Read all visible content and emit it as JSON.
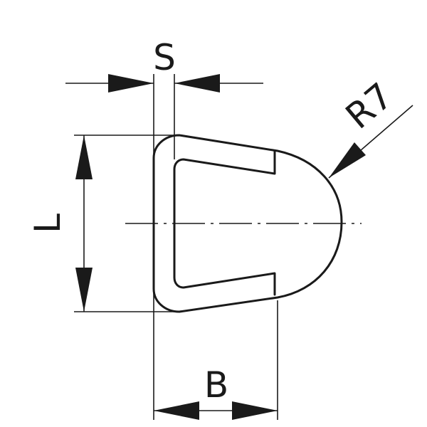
{
  "diagram": {
    "labels": {
      "s": "S",
      "l": "L",
      "b": "B",
      "r": "R7"
    },
    "stroke_color": "#1a1a1a",
    "background": "#ffffff"
  }
}
